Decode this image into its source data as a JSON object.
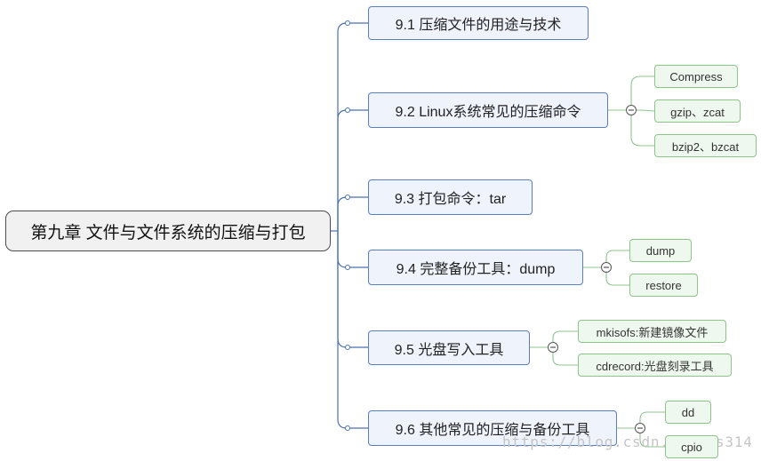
{
  "root": {
    "label": "第九章 文件与文件系统的压缩与打包"
  },
  "branches": [
    {
      "label": "9.1 压缩文件的用途与技术",
      "children": []
    },
    {
      "label": "9.2 Linux系统常见的压缩命令",
      "children": [
        "Compress",
        "gzip、zcat",
        "bzip2、bzcat"
      ]
    },
    {
      "label": "9.3 打包命令：tar",
      "children": []
    },
    {
      "label": "9.4 完整备份工具：dump",
      "children": [
        "dump",
        "restore"
      ]
    },
    {
      "label": "9.5 光盘写入工具",
      "children": [
        "mkisofs:新建镜像文件",
        "cdrecord:光盘刻录工具"
      ]
    },
    {
      "label": "9.6 其他常见的压缩与备份工具",
      "children": [
        "dd",
        "cpio"
      ]
    }
  ],
  "icons": {
    "collapse_toggle": "minus-circle-icon"
  },
  "colors": {
    "branch-line": "#4a72b0",
    "sub-line": "#8fc48f",
    "root-fill": "#f1f1f1",
    "root-border": "#4d4d4d",
    "branch-fill": "#eef3fc",
    "branch-border": "#5a7fbf",
    "sub-fill": "#eff8ee",
    "sub-border": "#8cc48a",
    "toggle-border": "#555555",
    "watermark": "#c6c6c6"
  },
  "watermark": "https://blog.csdn.net/qs314"
}
